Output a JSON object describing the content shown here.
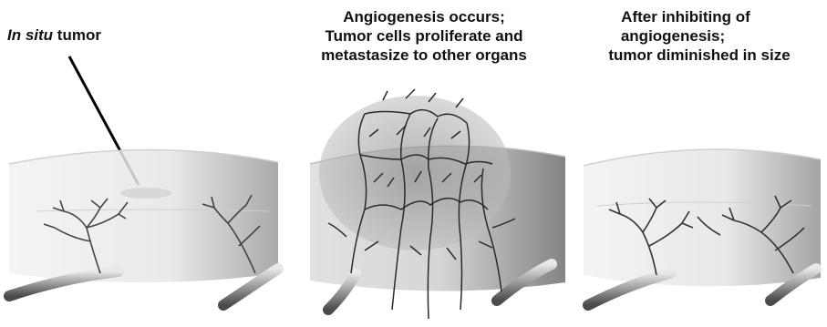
{
  "captions": {
    "panel1": {
      "italic": "In situ",
      "rest": " tumor"
    },
    "panel2": {
      "lines": [
        "Angiogenesis occurs;",
        "Tumor cells proliferate and",
        "metastasize to other organs"
      ]
    },
    "panel3": {
      "lines": [
        "After inhibiting of",
        "angiogenesis;",
        "tumor diminished in size"
      ]
    }
  }
}
